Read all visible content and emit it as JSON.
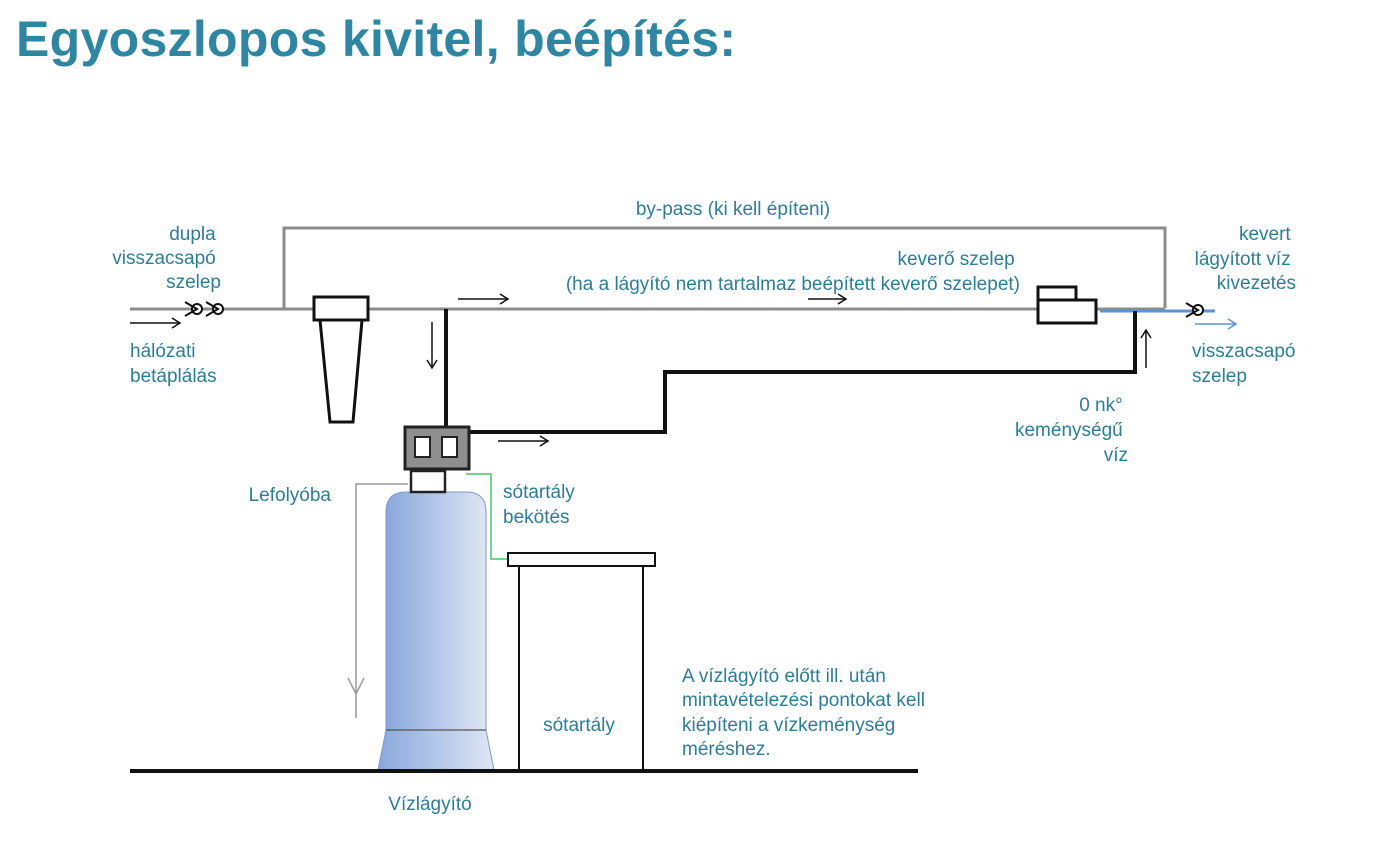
{
  "title": "Egyoszlopos kivitel, beépítés:",
  "colors": {
    "title": "#2e86a3",
    "label": "#2e7d96",
    "pipe_black": "#111111",
    "pipe_gray": "#8c8c8c",
    "outlet_blue": "#5b93d6",
    "brine_line": "#4cc46a",
    "tank_gradient": [
      "#8aa8dc",
      "#dde6f4"
    ]
  },
  "labels": {
    "bypass": "by-pass (ki kell építeni)",
    "double_check_valve": [
      "dupla",
      "visszacsapó",
      "szelep"
    ],
    "network_supply": [
      "hálózati",
      "betáplálás"
    ],
    "mixing_valve_line1": "keverő szelep",
    "mixing_valve_line2": "(ha a lágyító nem tartalmaz beépített keverő szelepet)",
    "mixed_water": [
      "kevert",
      "lágyított víz",
      "kivezetés"
    ],
    "check_valve": [
      "visszacsapó",
      "szelep"
    ],
    "zero_hardness": [
      "0 nk°",
      "keménységű",
      "víz"
    ],
    "drain": "Lefolyóba",
    "brine_connection": [
      "sótartály",
      "bekötés"
    ],
    "salt_tank": "sótartály",
    "softener": "Vízlágyító",
    "note": [
      "A vízlágyító előtt ill. után",
      "mintavételezési pontokat kell",
      "kiépíteni a vízkeménység",
      "méréshez."
    ]
  }
}
